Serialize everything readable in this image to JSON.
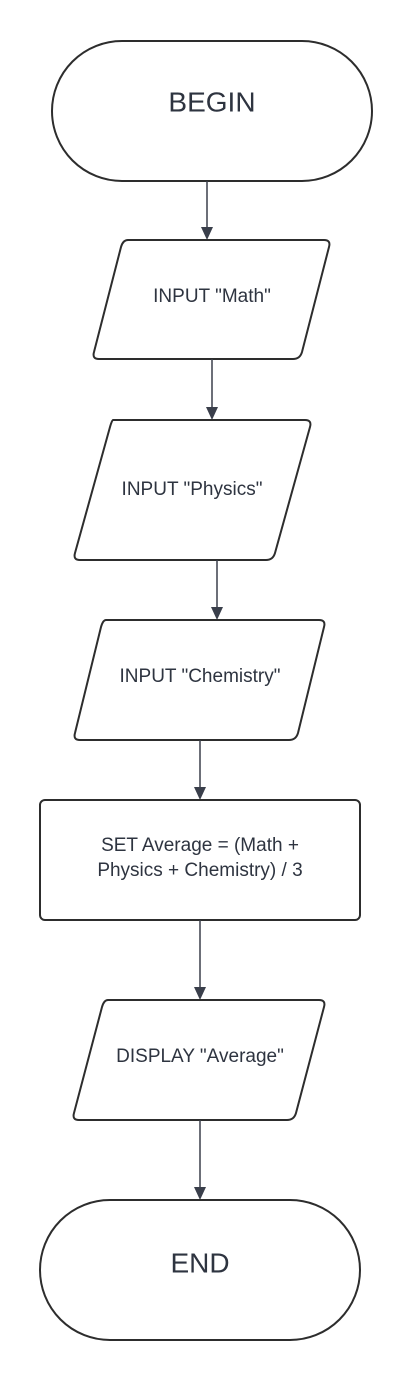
{
  "flowchart": {
    "begin": {
      "label": "BEGIN"
    },
    "input_math": {
      "label": "INPUT \"Math\""
    },
    "input_physics": {
      "label": "INPUT \"Physics\""
    },
    "input_chemistry": {
      "label": "INPUT \"Chemistry\""
    },
    "set_average": {
      "line1": "SET Average = (Math +",
      "line2": "Physics + Chemistry) / 3"
    },
    "display_average": {
      "label": "DISPLAY \"Average\""
    },
    "end": {
      "label": "END"
    }
  },
  "colors": {
    "stroke": "#2d2d2d",
    "connector": "#3a3f4b",
    "text": "#2e3440",
    "fill": "#ffffff"
  }
}
